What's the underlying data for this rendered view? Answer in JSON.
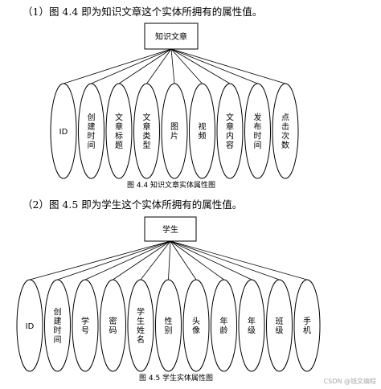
{
  "doc": {
    "para1": "（1）图 4.4 即为知识文章这个实体所拥有的属性值。",
    "para2": "（2）图 4.5 即为学生这个实体所拥有的属性值。",
    "watermark": "CSDN @钱文编程"
  },
  "diagram1": {
    "entity": "知识文章",
    "attributes": [
      "ID",
      "创建时间",
      "文章标题",
      "文章类型",
      "图片",
      "视频",
      "文章内容",
      "发布时间",
      "点击次数"
    ],
    "caption": "图 4.4  知识文章实体属性图"
  },
  "diagram2": {
    "entity": "学生",
    "attributes": [
      "ID",
      "创建时间",
      "学号",
      "密码",
      "学生姓名",
      "性别",
      "头像",
      "年龄",
      "年级",
      "班级",
      "手机"
    ],
    "caption": "图 4.5  学生实体属性图"
  }
}
